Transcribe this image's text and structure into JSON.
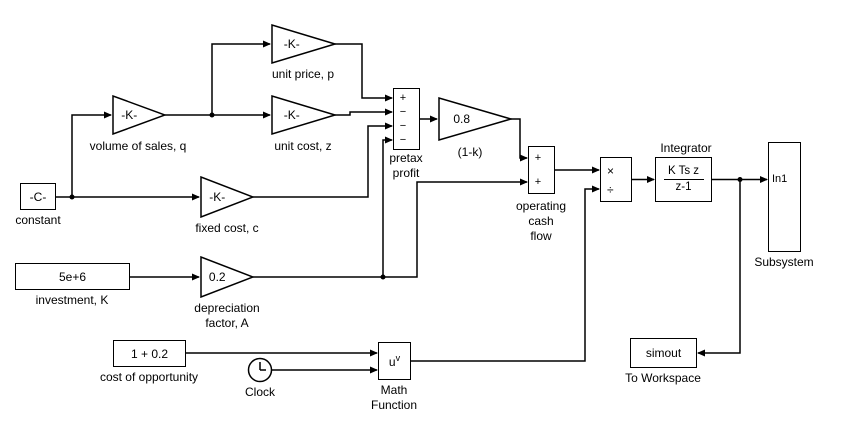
{
  "blocks": {
    "constant": {
      "value": "-C-",
      "label": "constant"
    },
    "investment": {
      "value": "5e+6",
      "label": "investment, K"
    },
    "cost_of_opportunity": {
      "value": "1 + 0.2",
      "label": "cost of opportunity"
    },
    "volume_of_sales": {
      "value": "-K-",
      "label": "volume of sales, q"
    },
    "unit_price": {
      "value": "-K-",
      "label": "unit price, p"
    },
    "unit_cost": {
      "value": "-K-",
      "label": "unit cost, z"
    },
    "fixed_cost": {
      "value": "-K-",
      "label": "fixed cost, c"
    },
    "depreciation": {
      "value": "0.2",
      "label_lines": [
        "depreciation",
        "factor, A"
      ]
    },
    "one_minus_k": {
      "value": "0.8",
      "label": "(1-k)"
    },
    "pretax_sum": {
      "signs": [
        "+",
        "−",
        "−",
        "−"
      ],
      "label_lines": [
        "pretax",
        "profit"
      ]
    },
    "operating_sum": {
      "signs": [
        "+",
        "+"
      ],
      "label_lines": [
        "operating",
        "cash",
        "flow"
      ]
    },
    "product": {
      "signs": [
        "×",
        "÷"
      ]
    },
    "integrator": {
      "title": "Integrator",
      "numerator": "K Ts z",
      "denominator": "z-1"
    },
    "subsystem": {
      "port": "In1",
      "label": "Subsystem"
    },
    "clock": {
      "label": "Clock"
    },
    "math_function": {
      "base": "u",
      "exponent": "v",
      "label_lines": [
        "Math",
        "Function"
      ]
    },
    "to_workspace": {
      "value": "simout",
      "label": "To Workspace"
    }
  }
}
